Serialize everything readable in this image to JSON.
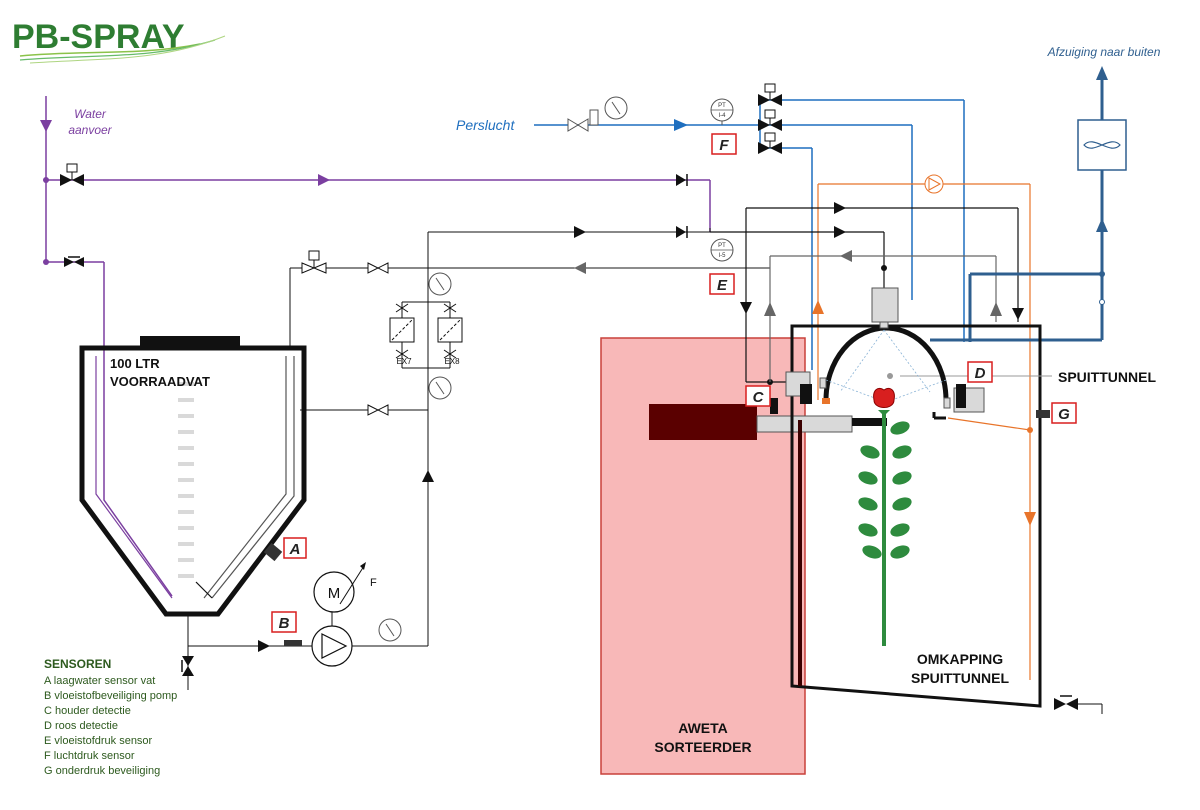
{
  "logo": {
    "text": "PB-SPRAY",
    "color": "#2e7d32"
  },
  "labels": {
    "water_supply_line1": "Water",
    "water_supply_line2": "aanvoer",
    "compressed_air": "Perslucht",
    "exhaust": "Afzuiging naar buiten",
    "tank_line1": "100 LTR",
    "tank_line2": "VOORRAADVAT",
    "tunnel": "SPUITTUNNEL",
    "enclosure_line1": "OMKAPPING",
    "enclosure_line2": "SPUITTUNNEL",
    "sorter_line1": "AWETA",
    "sorter_line2": "SORTEERDER",
    "motor": "M",
    "flow": "F",
    "pt_air_top": "PT",
    "pt_air_bottom": "I-4",
    "pt_liquid_top": "PT",
    "pt_liquid_bottom": "I-5",
    "filter_1": "EX7",
    "filter_2": "EX8"
  },
  "sensors": {
    "a": "A",
    "b": "B",
    "c": "C",
    "d": "D",
    "e": "E",
    "f": "F",
    "g": "G"
  },
  "legend": {
    "title": "SENSOREN",
    "items": [
      "A laagwater sensor vat",
      "B vloeistofbeveiliging pomp",
      "C houder detectie",
      "D roos detectie",
      "E vloeistofdruk sensor",
      "F luchtdruk sensor",
      "G onderdruk beveiliging"
    ]
  },
  "colors": {
    "water": "#7b3fa0",
    "air": "#1f6fbf",
    "exhaust": "#2f5f8f",
    "orange": "#e8742a",
    "liquid": "#111111",
    "return": "#666666",
    "sorter_fill": "#f8b8b8",
    "dark_red": "#5a0000",
    "sensor_box": "#d81f1f",
    "plant_green": "#2e8b3e",
    "legend_green": "#2d5a1e"
  }
}
